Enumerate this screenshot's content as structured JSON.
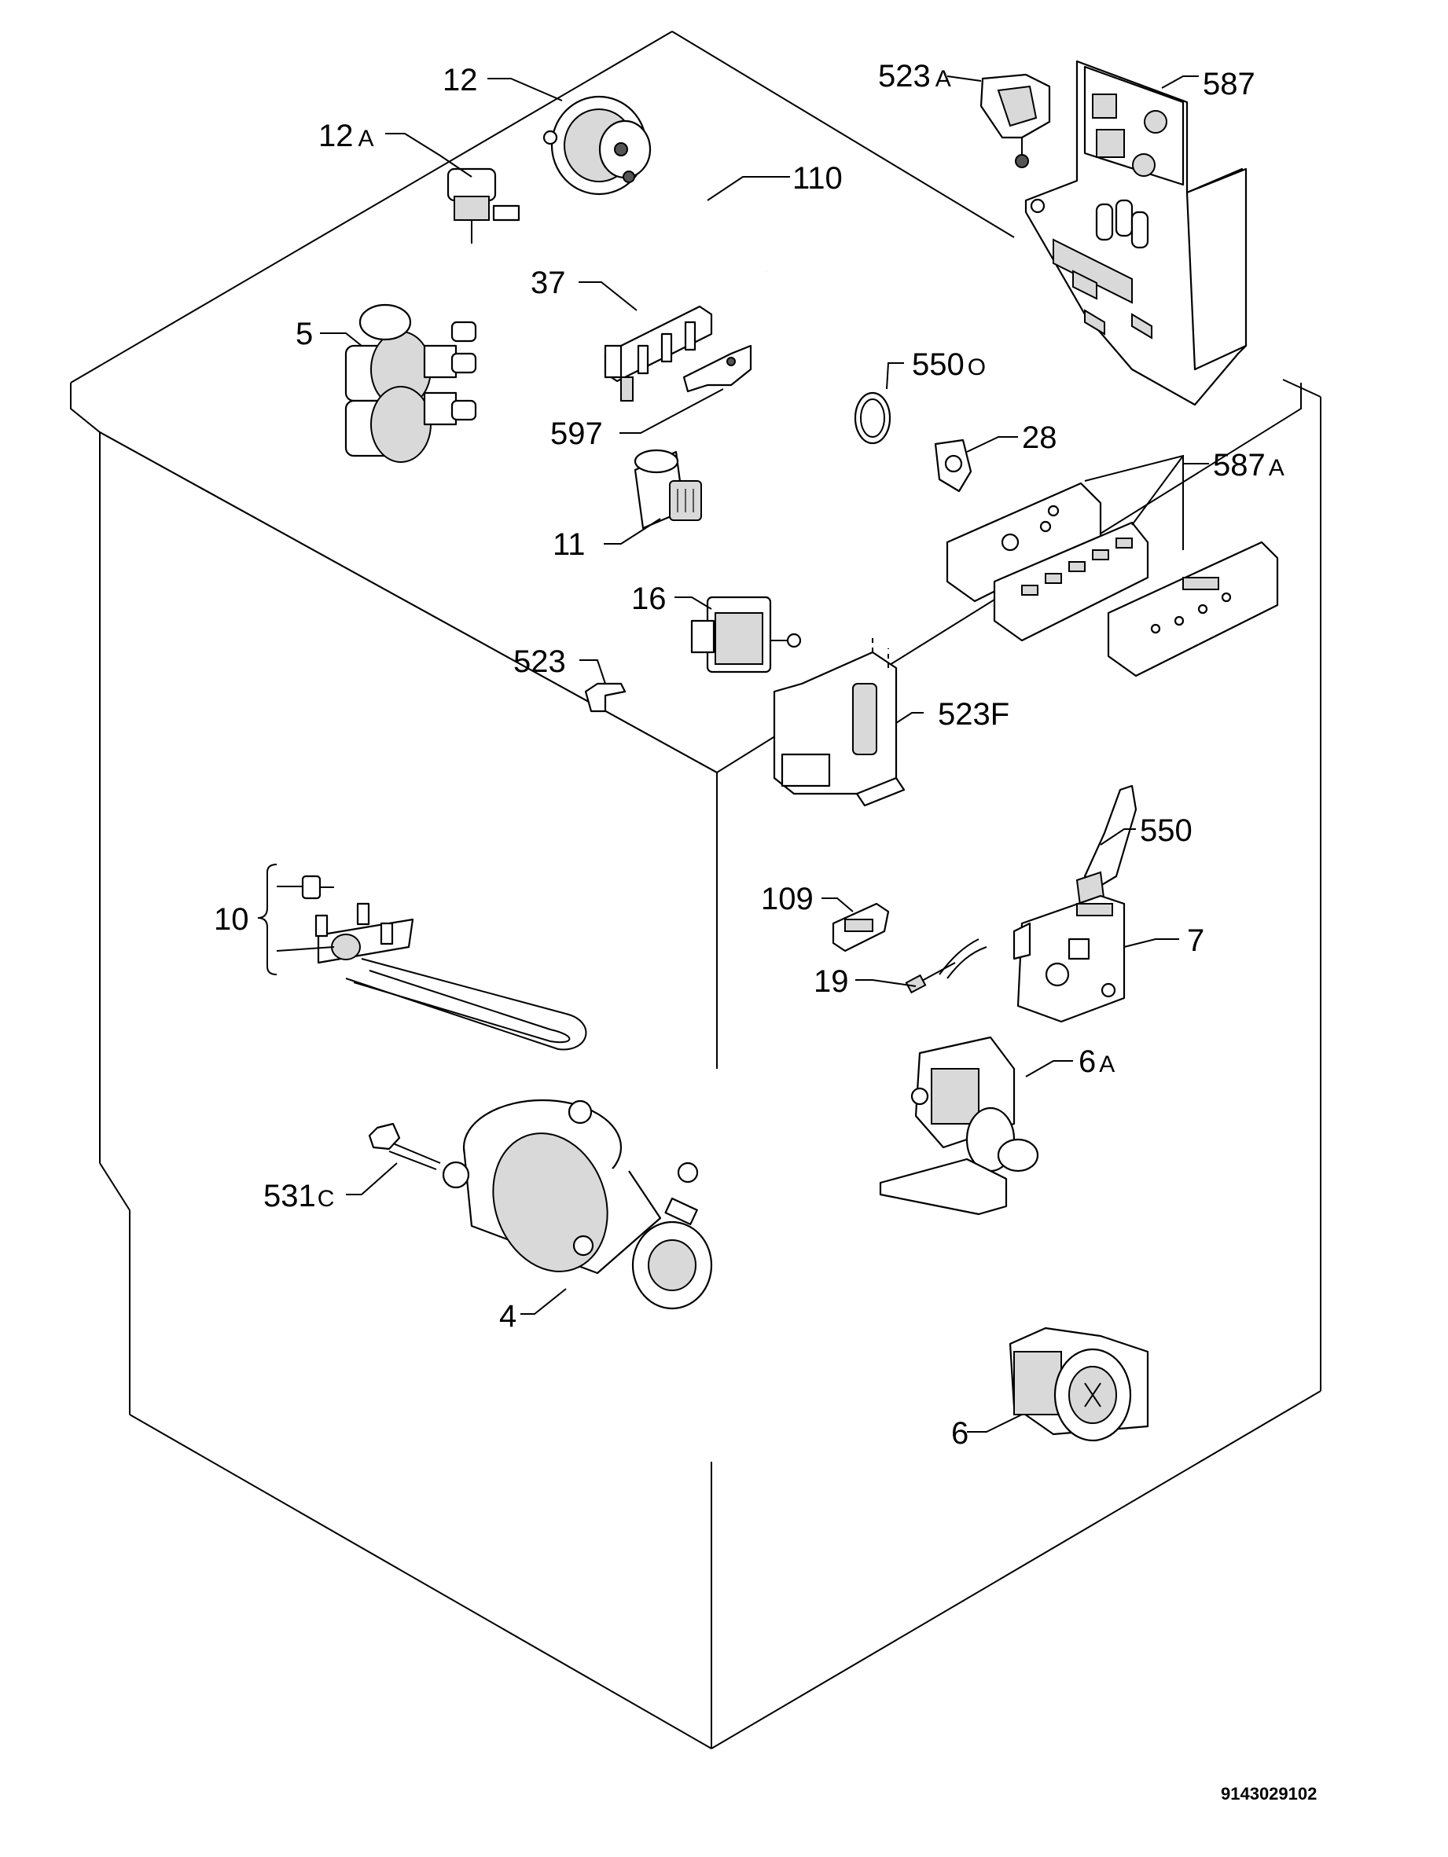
{
  "diagram": {
    "drawing_code": "9143029102",
    "callouts": {
      "c12": "12",
      "c12a_num": "12",
      "c12a_suf": "A",
      "c110": "110",
      "c523a_num": "523",
      "c523a_suf": "A",
      "c587": "587",
      "c37": "37",
      "c5": "5",
      "c550o_num": "550",
      "c550o_suf": "O",
      "c28": "28",
      "c597": "597",
      "c587a_num": "587",
      "c587a_suf": "A",
      "c11": "11",
      "c16": "16",
      "c523": "523",
      "c523f": "523F",
      "c550": "550",
      "c109": "109",
      "c10": "10",
      "c19": "19",
      "c7": "7",
      "c6a_num": "6",
      "c6a_suf": "A",
      "c531c_num": "531",
      "c531c_suf": "C",
      "c4": "4",
      "c6": "6"
    }
  }
}
